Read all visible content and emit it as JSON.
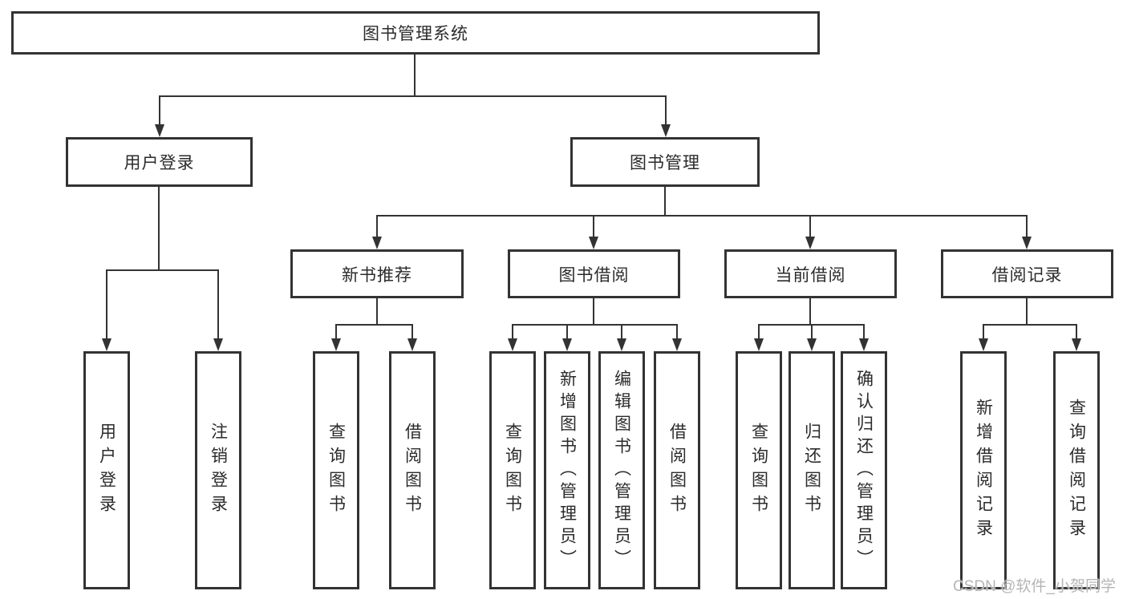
{
  "colors": {
    "line": "#333333",
    "box_border": "#333333",
    "text": "#2b2b2b",
    "background": "#ffffff",
    "watermark": "#b5b5b5"
  },
  "tree": {
    "root": {
      "label": "图书管理系统"
    },
    "branches": [
      {
        "label": "用户登录",
        "children": [
          {
            "label": "用户登录"
          },
          {
            "label": "注销登录"
          }
        ]
      },
      {
        "label": "图书管理",
        "children": [
          {
            "label": "新书推荐",
            "children": [
              {
                "label": "查询图书"
              },
              {
                "label": "借阅图书"
              }
            ]
          },
          {
            "label": "图书借阅",
            "children": [
              {
                "label": "查询图书"
              },
              {
                "label": "新增图书（管理员）"
              },
              {
                "label": "编辑图书（管理员）"
              },
              {
                "label": "借阅图书"
              }
            ]
          },
          {
            "label": "当前借阅",
            "children": [
              {
                "label": "查询图书"
              },
              {
                "label": "归还图书"
              },
              {
                "label": "确认归还（管理员）"
              }
            ]
          },
          {
            "label": "借阅记录",
            "children": [
              {
                "label": "新增借阅记录"
              },
              {
                "label": "查询借阅记录"
              }
            ]
          }
        ]
      }
    ]
  },
  "watermark": {
    "text": "CSDN @软件_小贺同学"
  }
}
